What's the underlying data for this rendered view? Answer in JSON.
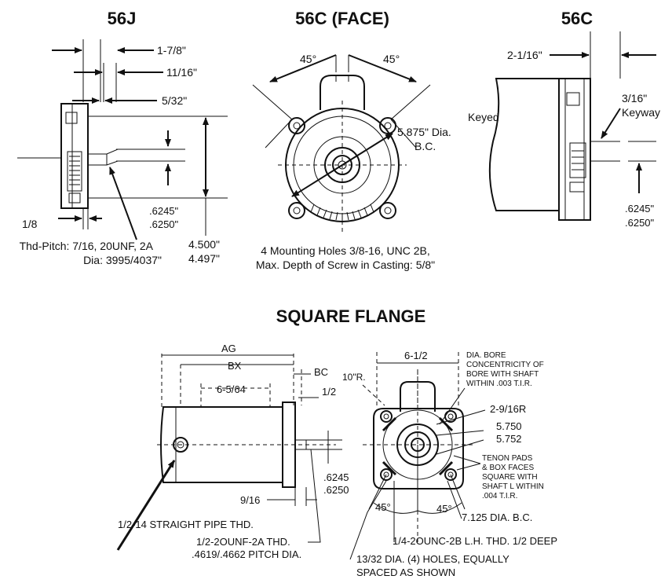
{
  "titles": {
    "t56j": "56J",
    "t56c_face": "56C (FACE)",
    "t56c": "56C",
    "square": "SQUARE FLANGE"
  },
  "d56j": {
    "dim1": "1-7/8\"",
    "dim2": "11/16\"",
    "dim3": "5/32\"",
    "dim4": "1/8",
    "thd1": "Thd-Pitch: 7/16, 20UNF, 2A",
    "thd2": "Dia: 3995/4037\"",
    "shaft1": ".6245\"",
    "shaft2": ".6250\"",
    "h1": "4.500\"",
    "h2": "4.497\""
  },
  "face": {
    "ang_left": "45°",
    "ang_right": "45°",
    "bc1": "5.875\" Dia.",
    "bc2": "B.C.",
    "mount1": "4 Mounting Holes 3/8-16, UNC 2B,",
    "mount2": "Max. Depth of Screw in Casting: 5/8\""
  },
  "d56c": {
    "dim1": "2-1/16\"",
    "keyed": "Keyed",
    "kw1": "3/16\"",
    "kw2": "Keyway",
    "shaft1": ".6245\"",
    "shaft2": ".6250\""
  },
  "side": {
    "ag": "AG",
    "bx": "BX",
    "bc": "BC",
    "d6564": "6-5/64",
    "half": "1/2",
    "s1": ".6245",
    "s2": ".6250",
    "n916": "9/16",
    "pipe": "1/2-14 STRAIGHT PIPE THD.",
    "thd1": "1/2-2OUNF-2A THD.",
    "thd2": ".4619/.4662 PITCH DIA."
  },
  "flange": {
    "w": "6-1/2",
    "bore1": "DIA. BORE",
    "bore2": "CONCENTRICITY OF",
    "bore3": "BORE WITH SHAFT",
    "bore4": "WITHIN .003 T.I.R.",
    "r10": "10\"R.",
    "r2916": "2-9/16R",
    "d1": "5.750",
    "d2": "5.752",
    "tp1": "TENON PADS",
    "tp2": "& BOX FACES",
    "tp3": "SQUARE WITH",
    "tp4": "SHAFT L WITHIN",
    "tp5": ".004 T.I.R.",
    "a1": "45°",
    "a2": "45°",
    "bc": "7.125 DIA. B.C.",
    "lh": "1/4-2OUNC-2B L.H. THD. 1/2 DEEP",
    "h1": "13/32 DIA. (4) HOLES, EQUALLY",
    "h2": "SPACED AS SHOWN"
  }
}
